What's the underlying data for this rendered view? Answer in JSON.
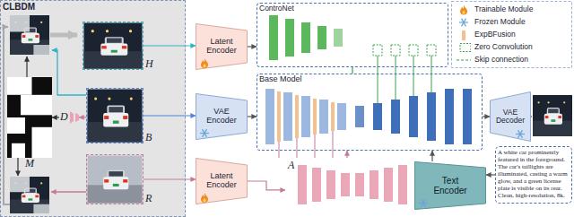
{
  "diagram": {
    "nodes": [
      {
        "text": [
          "CLBDM"
        ]
      },
      {
        "text": [
          "H"
        ],
        "in": 0
      },
      {
        "text": [
          "M"
        ],
        "in": 0
      },
      {
        "text": [
          "D"
        ],
        "in": 0
      },
      {
        "text": [
          "B"
        ],
        "in": 0
      },
      {
        "text": [
          "R"
        ],
        "in": 0
      },
      {
        "text": [
          "Latent Encoder"
        ]
      },
      {
        "text": [
          "VAE Encoder"
        ]
      },
      {
        "text": [
          "Latent Encoder"
        ]
      },
      {
        "text": [
          "ControNet"
        ]
      },
      {
        "text": [
          "Base Model"
        ]
      },
      {
        "text": [
          "A"
        ]
      },
      {
        "text": [
          "Text Encoder"
        ]
      },
      {
        "text": [
          "VAE Decoder"
        ]
      },
      {
        "text": [
          "A white car prominently featured in the foreground. The car's taillights are illuminated, casting a warm glow, and a green license plate is visible on its rear. Clean, high-resolution, 8k."
        ]
      }
    ],
    "edges": [
      {
        "from": 1,
        "to": 6,
        "arrow": "to"
      },
      {
        "from": 6,
        "to": 9,
        "arrow": "to"
      },
      {
        "from": 4,
        "to": 7,
        "arrow": "to"
      },
      {
        "from": 7,
        "to": 10,
        "arrow": "to"
      },
      {
        "from": 5,
        "to": 8,
        "arrow": "to"
      },
      {
        "from": 8,
        "to": 11,
        "arrow": "to"
      },
      {
        "from": 11,
        "to": 10,
        "arrow": "to"
      },
      {
        "from": 9,
        "to": 10,
        "arrow": "none"
      },
      {
        "from": 12,
        "to": 10,
        "arrow": "to"
      },
      {
        "from": 10,
        "to": 13,
        "arrow": "to"
      },
      {
        "from": 14,
        "to": 12,
        "arrow": "to"
      },
      {
        "from": 4,
        "to": 3,
        "arrow": "to"
      },
      {
        "from": 3,
        "to": 2,
        "arrow": "to"
      }
    ],
    "legend": [
      {
        "text": "Trainable Module"
      },
      {
        "text": "Frozen Module"
      },
      {
        "text": "ExpBFusion",
        "color": "#f4c08f"
      },
      {
        "text": "Zero Convolution"
      },
      {
        "text": "Skip connection"
      }
    ]
  }
}
